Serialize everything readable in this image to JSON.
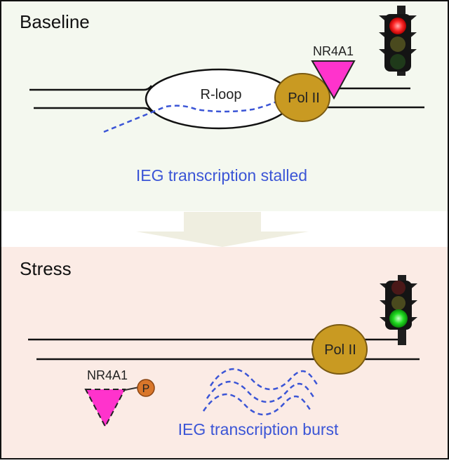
{
  "panels": {
    "baseline": {
      "title": "Baseline",
      "rloop_label": "R-loop",
      "polymerase_label": "Pol II",
      "factor_label": "NR4A1",
      "caption": "IEG transcription stalled",
      "traffic_light_state": "red"
    },
    "stress": {
      "title": "Stress",
      "polymerase_label": "Pol II",
      "factor_label": "NR4A1",
      "phospho_label": "P",
      "caption": "IEG transcription burst",
      "traffic_light_state": "green"
    }
  },
  "colors": {
    "baseline_bg": "#f4f8ef",
    "stress_bg": "#fbebe5",
    "arrow": "#efeee0",
    "pol_ii": "#c99a22",
    "nr4a1": "#ff33cc",
    "phospho": "#d9762a",
    "caption_text": "#3b55d6",
    "rna_dash": "#3b55d6",
    "light_red_on": "#ff2a2a",
    "light_green_on": "#22dd22"
  }
}
